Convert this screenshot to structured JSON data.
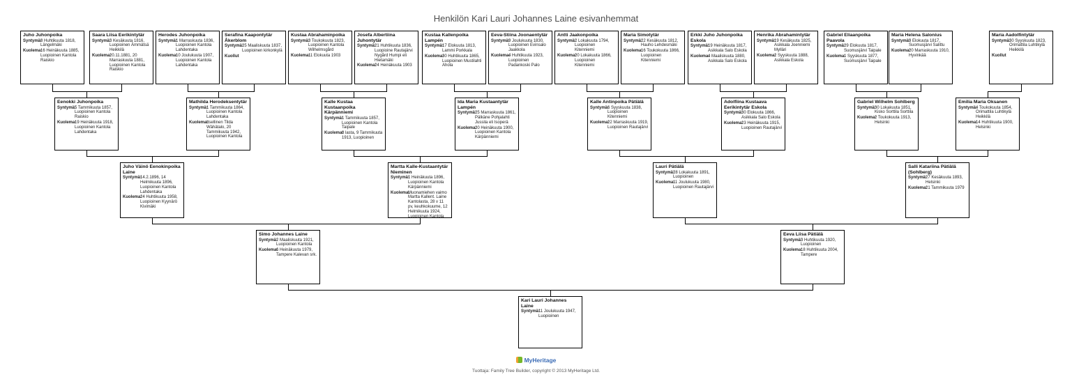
{
  "title": "Henkilön Kari Lauri Johannes Laine esivanhemmat",
  "persons": {
    "p1": {
      "name": "Juho Juhonpoika",
      "rows": [
        {
          "label": "Syntymä:",
          "value": "8 Huhtikuuta 1818, Längelmäki"
        },
        {
          "label": "Kuolema:",
          "value": "16 Heinäkuuta 1885, Luopioinen Kantola Raiskio"
        }
      ]
    },
    "p2": {
      "name": "Saara Liisa Eerikintytär",
      "rows": [
        {
          "label": "Syntymä:",
          "value": "3 Kesäkuuta 1816, Luopioinen Ämmätsä Heikkilä"
        },
        {
          "label": "Kuolema:",
          "value": "20.11.1881, 20 Marraskuuta 1881, Luopioinen Kantola Raiskio"
        }
      ]
    },
    "p3": {
      "name": "Herodes Juhonpoika",
      "rows": [
        {
          "label": "Syntymä:",
          "value": "1 Marraskuuta 1836, Luopioinen Kantola Lahdentaka"
        },
        {
          "label": "Kuolema:",
          "value": "10 Joulukuuta 1907, Luopioinen Kantola Lahdentaka"
        }
      ]
    },
    "p4": {
      "name": "Serafina Kaapontytär Åkerblom",
      "rows": [
        {
          "label": "Syntymä:",
          "value": "25 Maaliskuuta 1837, Luopioinen kirkonkylä"
        },
        {
          "label": "Kuollut",
          "value": ""
        }
      ]
    },
    "p5": {
      "name": "Kustaa Abrahaminpoika",
      "rows": [
        {
          "label": "Syntymä:",
          "value": "3 Toukokuuta 1823, Luopioinen Kantola Wilhelmsgård"
        },
        {
          "label": "Kuolema:",
          "value": "11 Elokuuta 1903"
        }
      ]
    },
    "p6": {
      "name": "Josefa Albertiina Juhontytär",
      "rows": [
        {
          "label": "Syntymä:",
          "value": "21 Huhtikuuta 1836, Luopioine Rautajärvi Nygård Humpi eli Hietamäki"
        },
        {
          "label": "Kuolema:",
          "value": "24 Heinäkuuta 1903"
        }
      ]
    },
    "p7": {
      "name": "Kustaa Kallenpoika Lampén",
      "rows": [
        {
          "label": "Syntymä:",
          "value": "17 Elokuuta 1813, Lammi Porkkala"
        },
        {
          "label": "Kuolema:",
          "value": "30 Huhtikuuta 1865, Luopioinen Mustilahti Ahola"
        }
      ]
    },
    "p8": {
      "name": "Eeva-Stiina Joonaentytär",
      "rows": [
        {
          "label": "Syntymä:",
          "value": "9 Joulukuuta 1830, Luopioinen Evinsalo Jaakkola"
        },
        {
          "label": "Kuolema:",
          "value": "4 Huhtikuuta 1923, Luopioinen Padankoski Palo"
        }
      ]
    },
    "p9": {
      "name": "Antti Jaakonpoika",
      "rows": [
        {
          "label": "Syntymä:",
          "value": "2 Lokakuuta 1794, Luopioinen Kitenniemi"
        },
        {
          "label": "Kuolema:",
          "value": "20 Lokakuuta 1866, Luopioinen Kitenniemi"
        }
      ]
    },
    "p10": {
      "name": "Maria Simotytär",
      "rows": [
        {
          "label": "Syntymä:",
          "value": "22 Kesäkuuta 1812, Hauho Lehdesmäki"
        },
        {
          "label": "Kuolema:",
          "value": "16 Toukokuuta 1866, Luopioinen Kitenniemi"
        }
      ]
    },
    "p11": {
      "name": "Erkki Juho Juhonpoika Eskola",
      "rows": [
        {
          "label": "Syntymä:",
          "value": "19 Heinäkuuta 1817, Asikkala Salo Eskola"
        },
        {
          "label": "Kuolema:",
          "value": "4 Maaliskuuta 1880, Asikkala Salo Eskola"
        }
      ]
    },
    "p12": {
      "name": "Henrika Abrahamintytär",
      "rows": [
        {
          "label": "Syntymä:",
          "value": "19 Kesäkuuta 1825, Asikkala Joenniemi Mylläri"
        },
        {
          "label": "Kuolema:",
          "value": "2 Syyskuuta 1888, Asikkala Eskola"
        }
      ]
    },
    "p13": {
      "name": "Gabriel Eliaanpoika Paavola",
      "rows": [
        {
          "label": "Syntymä:",
          "value": "29 Elokuuta 1817, Suomusjärvi Taipale"
        },
        {
          "label": "Kuolema:",
          "value": "1 Syyskuuta 1877, Suomusjärvi Taipale"
        }
      ]
    },
    "p14": {
      "name": "Maria Helena Salonius",
      "rows": [
        {
          "label": "Syntymä:",
          "value": "9 Elokuuta 1817, Suomusjärvi Salittu"
        },
        {
          "label": "Kuolema:",
          "value": "20 Marraskuuta 1910, Hyvinkää"
        }
      ]
    },
    "p16": {
      "name": "Maria Aadolfintytär",
      "rows": [
        {
          "label": "Syntymä:",
          "value": "30 Syyskuuta 1823, Orimattila Luhtikylä Heikkilä"
        },
        {
          "label": "Kuollut",
          "value": ""
        }
      ]
    },
    "q1": {
      "name": "Eenokki Juhonpoika",
      "rows": [
        {
          "label": "Syntymä:",
          "value": "5 Tammikuuta 1857, Luopioinen Kantola Raiskio"
        },
        {
          "label": "Kuolema:",
          "value": "19 Heinäkuuta 1918, Luopioinen Kantola Lahdentaka"
        }
      ]
    },
    "q2": {
      "name": "Mathilda Herodeksentytär",
      "rows": [
        {
          "label": "Syntymä:",
          "value": "1 Tammikuuta 1864, Luopioinen Kantola Lahdentaka"
        },
        {
          "label": "Kuolema:",
          "value": "Itsellinen Tilda Wähätalo, 20 Tammikuuta 1942, Luopioinen Kantola"
        }
      ]
    },
    "q3": {
      "name": "Kalle Kustaa Kustaanpoika Kärpänniemi",
      "rows": [
        {
          "label": "Syntymä:",
          "value": "1 Tammikuuta 1857, Luopioinen Kantola Taipale"
        },
        {
          "label": "Kuolema:",
          "value": "8 lasta, 9 Tammikuuta 1913, Luopioinen"
        }
      ]
    },
    "q4": {
      "name": "Ida Maria Kustaantytär Lampén",
      "rows": [
        {
          "label": "Syntymä:",
          "value": "25 Marraskuuta 1861, Pälkäne Pohjalahti Jussila eli Isoperä"
        },
        {
          "label": "Kuolema:",
          "value": "20 Heinäkuuta 1900, Luopioinen Kantola Kärpänniemi"
        }
      ]
    },
    "q5": {
      "name": "Kalle Antinpoika Pätiälä",
      "rows": [
        {
          "label": "Syntymä:",
          "value": "6 Syyskuuta 1838, Luopioinen Kitenniemi"
        },
        {
          "label": "Kuolema:",
          "value": "22 Marraskuuta 1919, Luopioinen Rautajärvi"
        }
      ]
    },
    "q6": {
      "name": "Adolfiina Kustaava Eerikintytär Eskola",
      "rows": [
        {
          "label": "Syntymä:",
          "value": "30 Elokuuta 1866, Asikkala Salo Eskola"
        },
        {
          "label": "Kuolema:",
          "value": "23 Heinäkuuta 1915, Luopioinen Rautajärvi"
        }
      ]
    },
    "q7": {
      "name": "Gabriel Wilhelm Sohlberg",
      "rows": [
        {
          "label": "Syntymä:",
          "value": "30 Lokakuuta 1851, Kisko Sorttila Sorttila"
        },
        {
          "label": "Kuolema:",
          "value": "2 Toukokuuta 1913, Helsinki"
        }
      ]
    },
    "q8": {
      "name": "Emilia Maria Oksanen",
      "rows": [
        {
          "label": "Syntymä:",
          "value": "4 Toukokuuta 1854, Orimattila Luhtikylä Heikkilä"
        },
        {
          "label": "Kuolema:",
          "value": "14 Huhtikuuta 1900, Helsinki"
        }
      ]
    },
    "r1": {
      "name": "Juho Väinö Eenokinpoika Laine",
      "rows": [
        {
          "label": "Syntymä:",
          "value": "14.2.1896, 14 Helmikuuta 1896, Luopioinen Kantola Lahdentaka"
        },
        {
          "label": "Kuolema:",
          "value": "24 Huhtikuuta 1958, Luopioinen Kyynärö Kivimäki"
        }
      ]
    },
    "r2": {
      "name": "Martta Kalle-Kustaantytär Nieminen",
      "rows": [
        {
          "label": "Syntymä:",
          "value": "1 Heinäkuuta 1896, Luopioinen Kantola Kärpänniemi"
        },
        {
          "label": "Kuolema:",
          "value": "Muonamiehen vaimo Martta Kallent. Laine Kantolasta, 28 v 11 pv, keuhkokuume, 12 Helmikuuta 1924, Luopioinen Kantola"
        }
      ]
    },
    "r3": {
      "name": "Lauri Pätiälä",
      "rows": [
        {
          "label": "Syntymä:",
          "value": "28 Lokakuuta 1891, Luopioinen"
        },
        {
          "label": "Kuolema:",
          "value": "11 Joulukuuta 1980, Luopioinen Rautajärvi"
        }
      ]
    },
    "r4": {
      "name": "Salli Katariina Pätiälä (Sohlberg)",
      "rows": [
        {
          "label": "Syntymä:",
          "value": "27 Kesäkuuta 1893, Helsinki"
        },
        {
          "label": "Kuolema:",
          "value": "21 Tammikuuta 1979"
        }
      ]
    },
    "s1": {
      "name": "Simo Johannes Laine",
      "rows": [
        {
          "label": "Syntymä:",
          "value": "2 Maaliskuuta 1921, Luopioinen Kantola"
        },
        {
          "label": "Kuolema:",
          "value": "6 Heinäkuuta 1979, Tampere Kalevan srk."
        }
      ]
    },
    "s2": {
      "name": "Eeva Liisa Pätiälä",
      "rows": [
        {
          "label": "Syntymä:",
          "value": "3 Huhtikuuta 1920, Luopioinen"
        },
        {
          "label": "Kuolema:",
          "value": "18 Huhtikuuta 2004, Tampere"
        }
      ]
    },
    "t1": {
      "name": "Kari Lauri Johannes Laine",
      "rows": [
        {
          "label": "Syntymä:",
          "value": "11 Joulukuuta 1947, Luopioinen"
        }
      ]
    }
  },
  "footer": {
    "brand": "MyHeritage",
    "credit": "Tuottaja: Family Tree Builder, copyright © 2013 MyHeritage Ltd."
  }
}
